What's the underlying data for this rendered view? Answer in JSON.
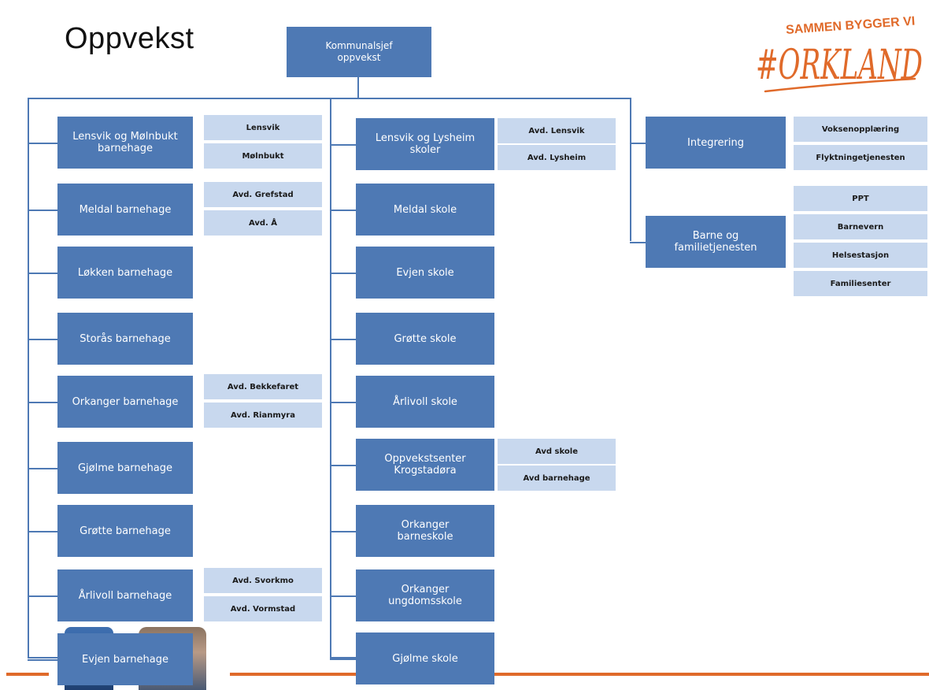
{
  "title": "Oppvekst",
  "logo": {
    "line1": "SAMMEN BYGGER VI",
    "line2": "#ORKLAND",
    "color": "#e06a2a"
  },
  "colors": {
    "node": "#4e79b4",
    "sub": "#c8d8ee",
    "accent": "#e06a2a"
  },
  "top": {
    "label": "Kommunalsjef\noppvekst"
  },
  "col1": [
    {
      "label": "Lensvik og Mølnbukt\nbarnehage",
      "subs": [
        "Lensvik",
        "Mølnbukt"
      ]
    },
    {
      "label": "Meldal barnehage",
      "subs": [
        "Avd. Grefstad",
        "Avd. Å"
      ]
    },
    {
      "label": "Løkken barnehage",
      "subs": []
    },
    {
      "label": "Storås barnehage",
      "subs": []
    },
    {
      "label": "Orkanger barnehage",
      "subs": [
        "Avd. Bekkefaret",
        "Avd. Rianmyra"
      ]
    },
    {
      "label": "Gjølme barnehage",
      "subs": []
    },
    {
      "label": "Grøtte barnehage",
      "subs": []
    },
    {
      "label": "Årlivoll barnehage",
      "subs": [
        "Avd. Svorkmo",
        "Avd. Vormstad"
      ]
    },
    {
      "label": "Evjen barnehage",
      "subs": []
    }
  ],
  "col2": [
    {
      "label": "Lensvik og Lysheim\nskoler",
      "subs": [
        "Avd. Lensvik",
        "Avd. Lysheim"
      ]
    },
    {
      "label": "Meldal skole",
      "subs": []
    },
    {
      "label": "Evjen skole",
      "subs": []
    },
    {
      "label": "Grøtte skole",
      "subs": []
    },
    {
      "label": "Årlivoll skole",
      "subs": []
    },
    {
      "label": "Oppvekstsenter\nKrogstadøra",
      "subs": [
        "Avd skole",
        "Avd barnehage"
      ]
    },
    {
      "label": "Orkanger\nbarneskole",
      "subs": []
    },
    {
      "label": "Orkanger\nungdomsskole",
      "subs": []
    },
    {
      "label": "Gjølme skole",
      "subs": []
    }
  ],
  "col3": [
    {
      "label": "Integrering",
      "subs": [
        "Voksenopplæring",
        "Flyktningetjenesten"
      ]
    },
    {
      "label": "Barne og\nfamilietjenesten",
      "subs": [
        "PPT",
        "Barnevern",
        "Helsestasjon",
        "Familiesenter"
      ]
    }
  ]
}
